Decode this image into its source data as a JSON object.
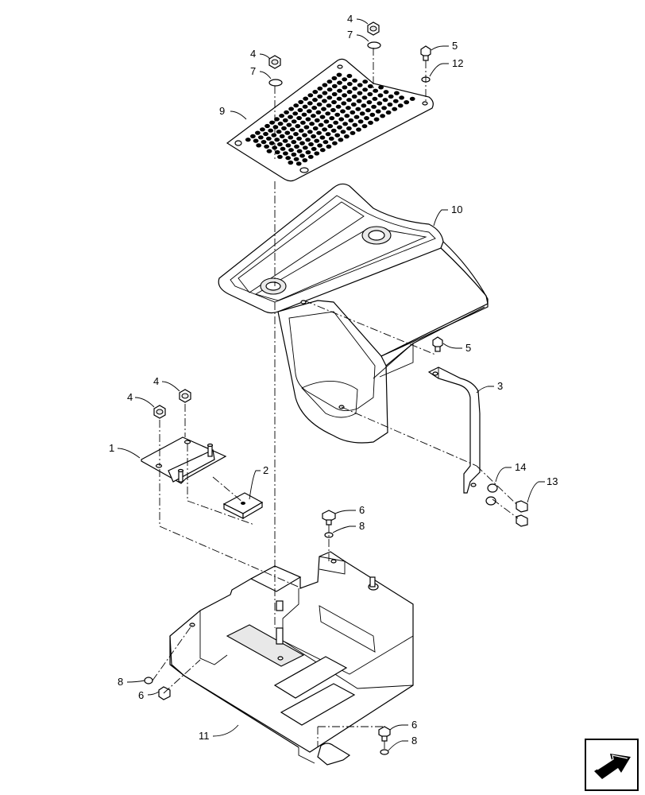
{
  "callouts": {
    "c1": "1",
    "c2": "2",
    "c3": "3",
    "c4a": "4",
    "c4b": "4",
    "c4c": "4",
    "c4d": "4",
    "c5a": "5",
    "c5b": "5",
    "c6a": "6",
    "c6b": "6",
    "c6c": "6",
    "c7a": "7",
    "c7b": "7",
    "c8a": "8",
    "c8b": "8",
    "c8c": "8",
    "c9": "9",
    "c10": "10",
    "c11": "11",
    "c12": "12",
    "c13": "13",
    "c14": "14"
  },
  "nav_icon": "next-page-arrow-icon"
}
